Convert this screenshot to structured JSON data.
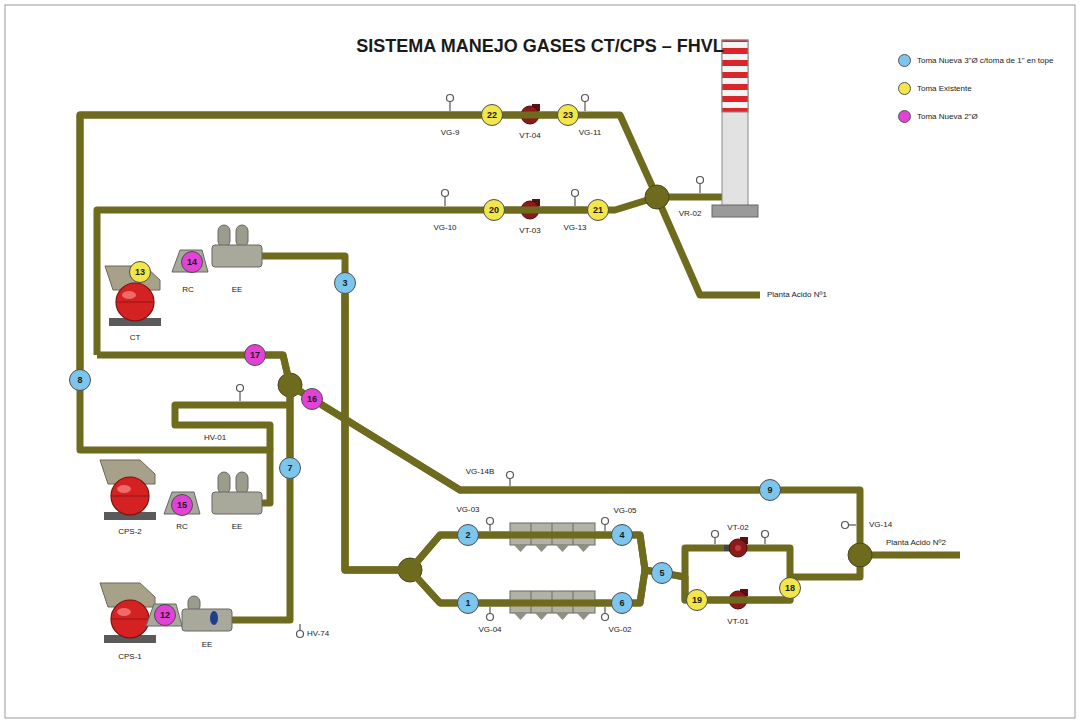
{
  "diagram": {
    "title": "SISTEMA MANEJO GASES CT/CPS – FHVL",
    "nodes": [
      {
        "text": [
          "22"
        ]
      },
      {
        "text": [
          "23"
        ]
      },
      {
        "text": [
          "20"
        ]
      },
      {
        "text": [
          "21"
        ]
      },
      {
        "text": [
          "13"
        ]
      },
      {
        "text": [
          "14"
        ]
      },
      {
        "text": [
          "3"
        ]
      },
      {
        "text": [
          "17"
        ]
      },
      {
        "text": [
          "8"
        ]
      },
      {
        "text": [
          "16"
        ]
      },
      {
        "text": [
          "7"
        ]
      },
      {
        "text": [
          "15"
        ]
      },
      {
        "text": [
          "9"
        ]
      },
      {
        "text": [
          "2"
        ]
      },
      {
        "text": [
          "4"
        ]
      },
      {
        "text": [
          "5"
        ]
      },
      {
        "text": [
          "1"
        ]
      },
      {
        "text": [
          "6"
        ]
      },
      {
        "text": [
          "18"
        ]
      },
      {
        "text": [
          "19"
        ]
      },
      {
        "text": [
          "12"
        ]
      }
    ],
    "edges": [
      {
        "from": 8,
        "to": 0,
        "arrow": "none"
      },
      {
        "from": 0,
        "to": 1,
        "arrow": "none"
      },
      {
        "from": 2,
        "to": 3,
        "arrow": "none"
      },
      {
        "from": 6,
        "to": 13,
        "arrow": "none"
      },
      {
        "from": 6,
        "to": 16,
        "arrow": "none"
      },
      {
        "from": 13,
        "to": 14,
        "arrow": "none"
      },
      {
        "from": 16,
        "to": 17,
        "arrow": "none"
      },
      {
        "from": 14,
        "to": 15,
        "arrow": "none"
      },
      {
        "from": 17,
        "to": 15,
        "arrow": "none"
      },
      {
        "from": 7,
        "to": 9,
        "arrow": "none"
      },
      {
        "from": 10,
        "to": 9,
        "arrow": "none"
      },
      {
        "from": 9,
        "to": 12,
        "arrow": "none"
      },
      {
        "from": 19,
        "to": 18,
        "arrow": "none"
      },
      {
        "from": 15,
        "to": 19,
        "arrow": "none"
      }
    ],
    "labels": [
      "VG-9",
      "VT-04",
      "VG-11",
      "VG-10",
      "VT-03",
      "VG-13",
      "VR-02",
      "Planta Acido Nº1",
      "RC",
      "EE",
      "CT",
      "HV-01",
      "VG-14B",
      "VG-14",
      "Planta Acido Nº2",
      "CPS-2",
      "RC",
      "EE",
      "VG-03",
      "VG-05",
      "VT-02",
      "VT-01",
      "VG-04",
      "VG-02",
      "HV-74",
      "CPS-1",
      "EE"
    ],
    "legend": [
      {
        "text": "Toma Nueva 3\"Ø c/toma de 1\" en tope",
        "color": "#7cc6ee"
      },
      {
        "text": "Toma Existente",
        "color": "#f3e64a"
      },
      {
        "text": "Toma Nueva 2\"Ø",
        "color": "#e242d6"
      }
    ]
  }
}
